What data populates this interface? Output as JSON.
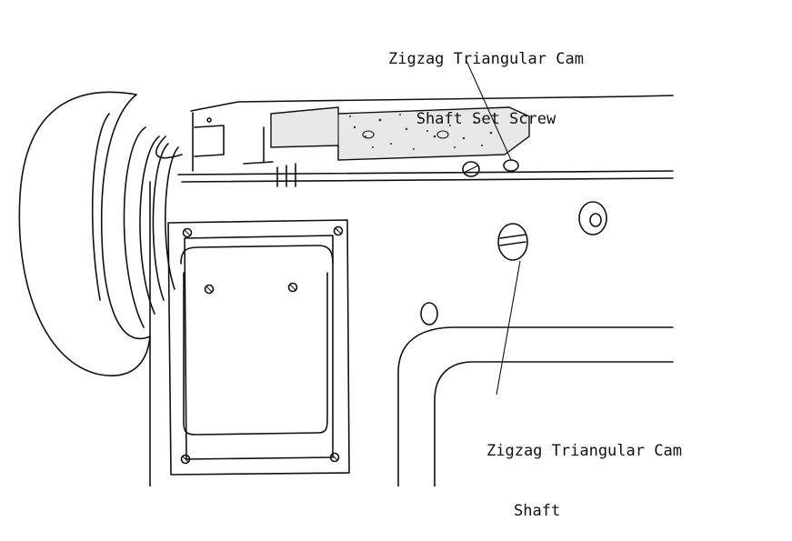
{
  "labels": {
    "set_screw": {
      "line1": "Zigzag Triangular Cam",
      "line2": "Shaft Set Screw"
    },
    "cam_shaft": {
      "line1": "Zigzag Triangular Cam",
      "line2": "Shaft"
    }
  }
}
